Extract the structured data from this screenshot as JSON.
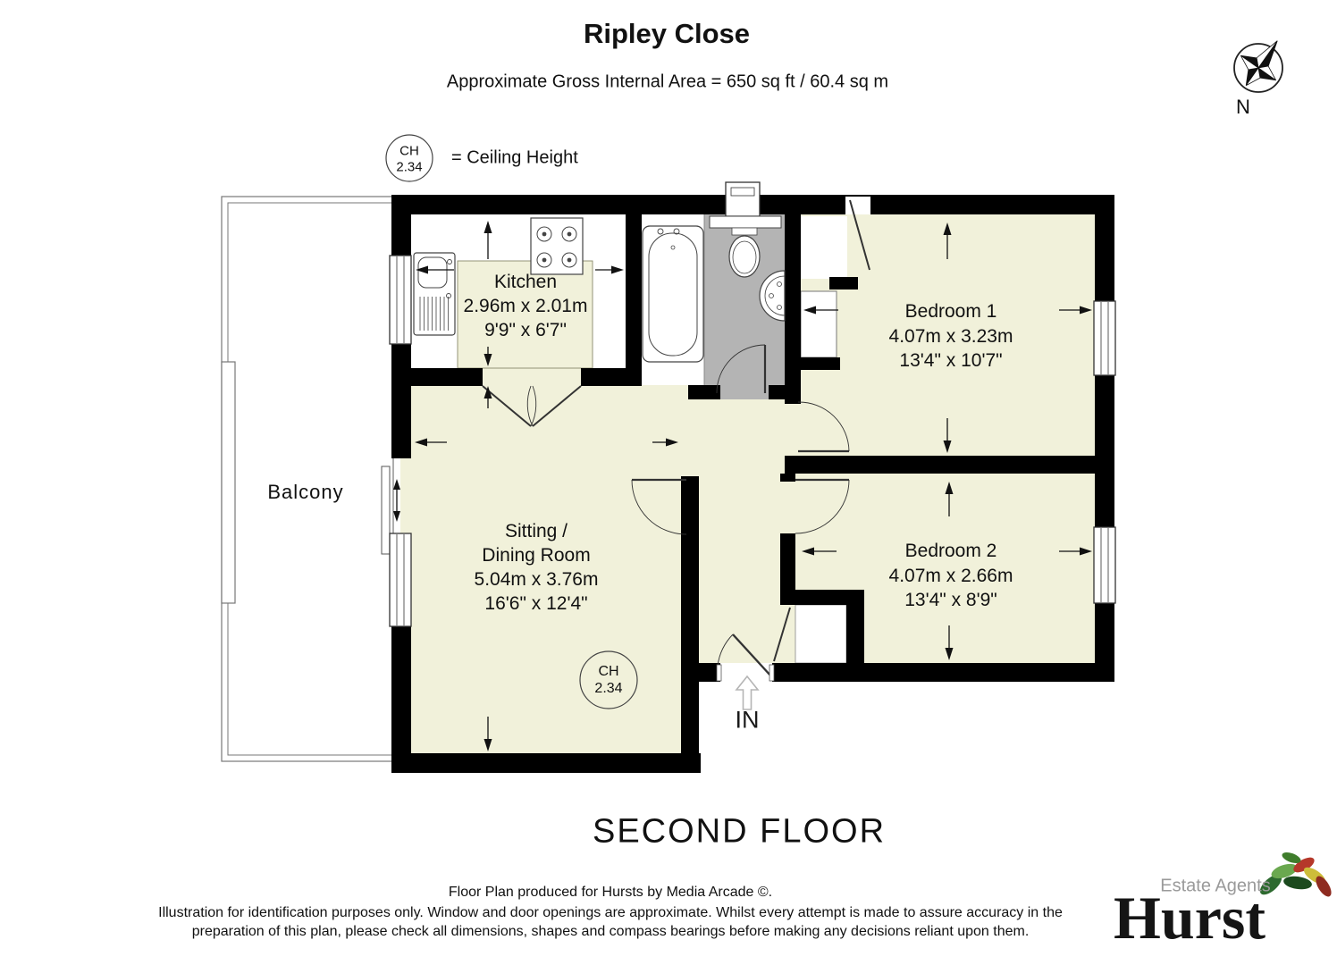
{
  "header": {
    "title": "Ripley Close",
    "subtitle": "Approximate Gross Internal Area = 650 sq ft / 60.4 sq m"
  },
  "legend": {
    "ch_abbr": "CH",
    "ch_value": "2.34",
    "label": "= Ceiling Height"
  },
  "compass": {
    "label": "N"
  },
  "rooms": {
    "kitchen": {
      "name": "Kitchen",
      "metric": "2.96m x 2.01m",
      "imperial": "9'9\" x 6'7\""
    },
    "bedroom1": {
      "name": "Bedroom 1",
      "metric": "4.07m x 3.23m",
      "imperial": "13'4\" x 10'7\""
    },
    "bedroom2": {
      "name": "Bedroom 2",
      "metric": "4.07m x 2.66m",
      "imperial": "13'4\" x 8'9\""
    },
    "sitting": {
      "name_line1": "Sitting /",
      "name_line2": "Dining Room",
      "metric": "5.04m x 3.76m",
      "imperial": "16'6\" x 12'4\""
    },
    "balcony": {
      "name": "Balcony"
    }
  },
  "room_ch": {
    "abbr": "CH",
    "value": "2.34"
  },
  "entrance": {
    "label": "IN"
  },
  "floor_label": "SECOND FLOOR",
  "footer": {
    "line1": "Floor Plan produced for Hursts by Media Arcade ©.",
    "line2": "Illustration for identification purposes only. Window and door openings are approximate. Whilst every attempt is made to assure accuracy in the",
    "line3": "preparation of this plan, please check all dimensions, shapes and compass bearings before making any decisions reliant upon them."
  },
  "logo": {
    "tagline": "Estate Agents",
    "name": "Hurst"
  },
  "colors": {
    "floor": "#f1f1da",
    "bathroom_floor": "#b4b4b4",
    "wall": "#000000",
    "logo_gray": "#9a9a9a",
    "leaf_green": "#3f7d2c",
    "leaf_dark_green": "#1c4a1e",
    "leaf_red": "#b5382a",
    "leaf_yellow": "#cdbd3a"
  }
}
